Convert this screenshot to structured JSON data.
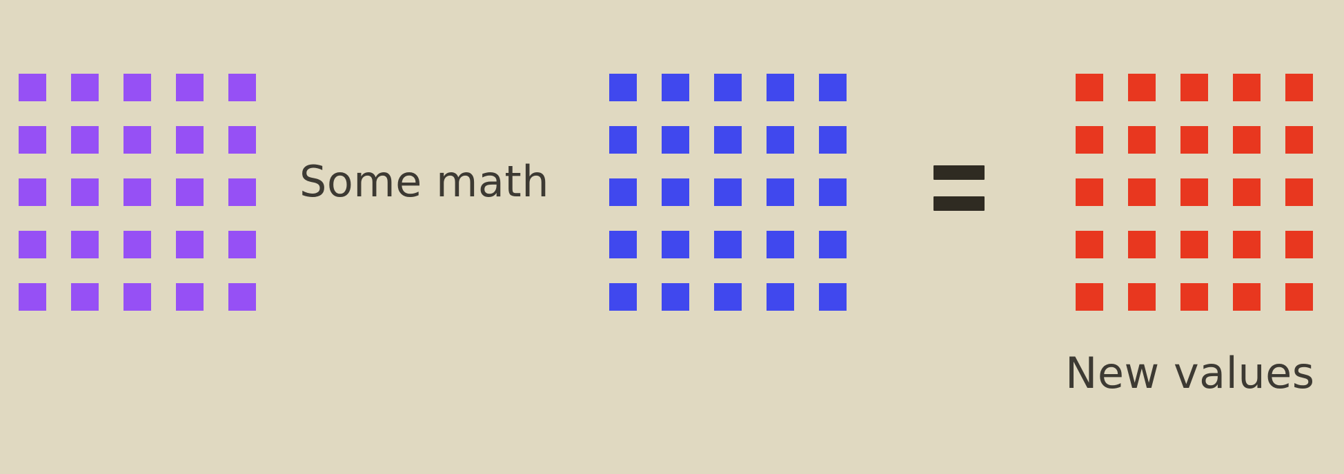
{
  "labels": {
    "operation": "Some math",
    "result": "New values"
  },
  "operator_symbol": "equals-sign",
  "grids": {
    "left": {
      "rows": 5,
      "columns": 5,
      "color": "#9650f5"
    },
    "middle": {
      "rows": 5,
      "columns": 5,
      "color": "#4048ee"
    },
    "right": {
      "rows": 5,
      "columns": 5,
      "color": "#e8371f"
    }
  },
  "colors": {
    "background": "#e0d9c1",
    "text": "#3d3a33",
    "equals": "#2f2b22"
  }
}
